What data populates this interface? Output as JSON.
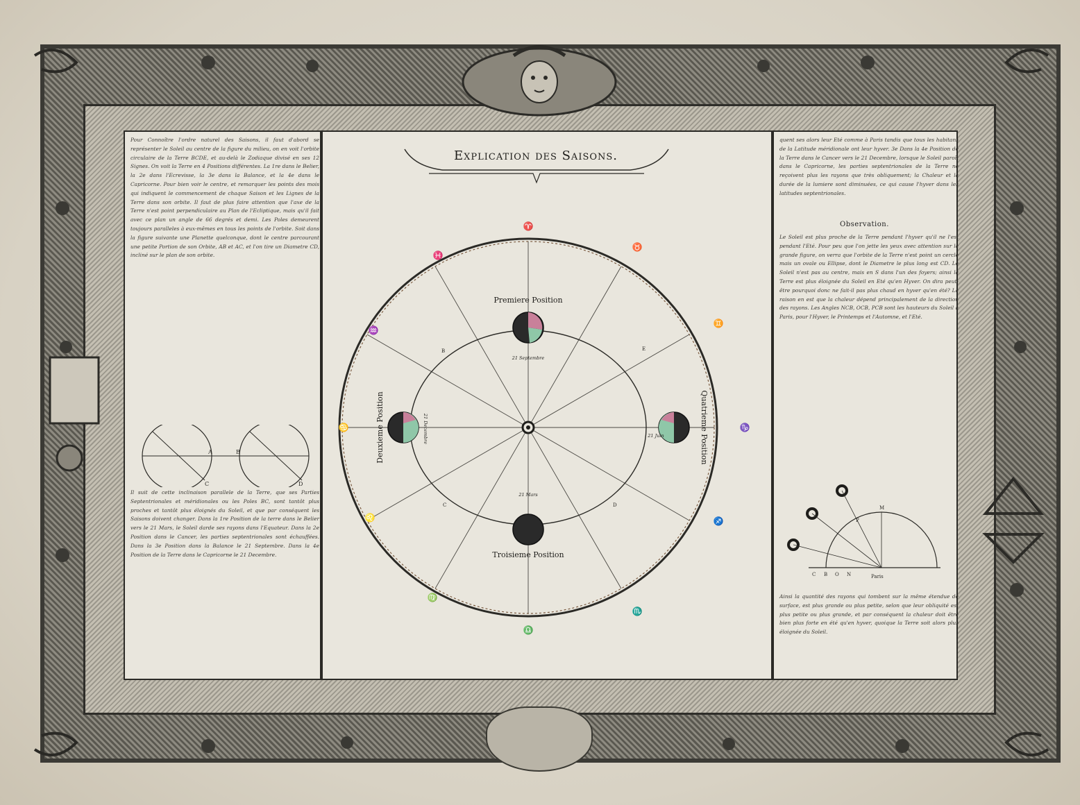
{
  "title": "Explication des Saisons.",
  "observation_title": "Observation.",
  "left_text": "Pour Connoître l'ordre naturel des Saisons, il faut d'abord se représenter le Soleil au centre de la figure du milieu, on en voit l'orbite circulaire de la Terre BCDE, et au-delà le Zodiaque divisé en ses 12 Signes. On voit la Terre en 4 Positions différentes. La 1re dans le Belier, la 2e dans l'Ecrevisse, la 3e dans la Balance, et la 4e dans le Capricorne. Pour bien voir le centre, et remarquer les points des mois qui indiquent le commencement de chaque Saison et les Lignes de la Terre dans son orbite. Il faut de plus faire attention que l'axe de la Terre n'est point perpendiculaire au Plan de l'Ecliptique, mais qu'il fait avec ce plan un angle de 66 degrés et demi. Les Poles demeurent toujours paralleles à eux-mêmes en tous les points de l'orbite. Soit dans la figure suivante une Planette quelconque, dont le centre parcourant une petite Portion de son Orbite, AB et AC, et l'on tire un Diametre CD, incliné sur le plan de son orbite.",
  "left_text_lower": "Il suit de cette inclinaison parallele de la Terre, que ses Parties Septentrionales et méridionales ou les Poles BC, sont tantôt plus proches et tantôt plus éloignés du Soleil, et que par conséquent les Saisons doivent changer. Dans la 1re Position de la terre dans le Belier vers le 21 Mars, le Soleil darde ses rayons dans l'Equateur. Dans la 2e Position dans le Cancer, les parties septentrionales sont échauffées. Dans la 3e Position dans la Balance le 21 Septembre. Dans la 4e Position de la Terre dans le Capricorne le 21 Decembre.",
  "right_text": "quent ses alors leur Eté comme à Paris tandis que tous les habitans de la Latitude méridionale ont leur hyver. 3e Dans la 4e Position de la Terre dans le Cancer vers le 21 Decembre, lorsque le Soleil paroît dans le Capricorne, les parties septentrionales de la Terre ne reçoivent plus les rayons que très obliquement; la Chaleur et la durée de la lumiere sont diminuées, ce qui cause l'hyver dans les latitudes septentrionales.",
  "right_text_obs": "Le Soleil est plus proche de la Terre pendant l'hyver qu'il ne l'est pendant l'Eté. Pour peu que l'on jette les yeux avec attention sur la grande figure, on verra que l'orbite de la Terre n'est point un cercle mais un ovale ou Ellipse, dont le Diametre le plus long est CD. Le Soleil n'est pas au centre, mais en S dans l'un des foyers; ainsi la Terre est plus éloignée du Soleil en Eté qu'en Hyver. On dira peut-être pourquoi donc ne fait-il pas plus chaud en hyver qu'en été? La raison en est que la chaleur dépend principalement de la direction des rayons. Les Angles NCB, OCB, PCB sont les hauteurs du Soleil à Paris, pour l'Hyver, le Printemps et l'Automne, et l'Eté.",
  "right_text_lower": "Ainsi la quantité des rayons qui tombent sur la même étendue de surface, est plus grande ou plus petite, selon que leur obliquité est plus petite ou plus grande, et par conséquent la chaleur doit être bien plus forte en été qu'en hyver, quoique la Terre soit alors plus éloignée du Soleil.",
  "positions": {
    "first": "Premiere Position",
    "second": "Deuxieme Position",
    "third": "Troisieme Position",
    "fourth": "Quatrieme Position"
  },
  "dates": {
    "september": "21 Septembre",
    "december": "21 Decembre",
    "march": "21 Mars",
    "june": "21 Juin"
  },
  "orbit_letters": [
    "B",
    "C",
    "D",
    "E"
  ],
  "small_figure_letters": [
    "A",
    "B",
    "C",
    "D"
  ],
  "right_figure_letters": [
    "C",
    "B",
    "O",
    "N",
    "P",
    "M",
    "Paris"
  ],
  "zodiac_glyphs": [
    "♈",
    "♉",
    "♊",
    "♋",
    "♌",
    "♍",
    "♎",
    "♏",
    "♐",
    "♑",
    "♒",
    "♓"
  ],
  "colors": {
    "ink": "#1e1d1a",
    "paper": "#e9e6dd",
    "earth_dark": "#2a2a2a",
    "earth_rose": "#c9809a",
    "earth_green": "#8fc7a8"
  }
}
